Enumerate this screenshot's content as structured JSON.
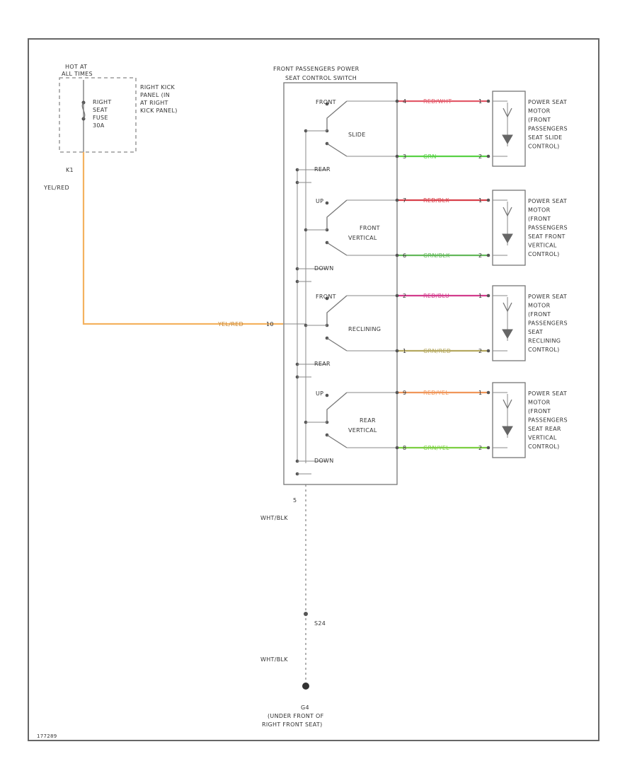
{
  "diagram": {
    "hot_label": [
      "HOT AT",
      "ALL TIMES"
    ],
    "fuse_label": [
      "RIGHT",
      "SEAT",
      "FUSE",
      "30A"
    ],
    "fuse_location": [
      "RIGHT KICK",
      "PANEL (IN",
      "AT RIGHT",
      "KICK PANEL)"
    ],
    "supply_pin": "K1",
    "supply_wire": "YEL/RED",
    "switch_title": [
      "FRONT PASSENGERS POWER",
      "SEAT CONTROL SWITCH"
    ],
    "switch_input_wire": "YEL/RED",
    "switch_input_pin": "10",
    "groups": [
      {
        "name": "SLIDE",
        "pos_top": "FRONT",
        "pos_bottom": "REAR",
        "wire_top": {
          "label": "RED/WHT",
          "color": "#e35a6a",
          "pin_l": "4",
          "pin_r": "1"
        },
        "wire_bottom": {
          "label": "GRN",
          "color": "#58d146",
          "pin_l": "3",
          "pin_r": "2"
        },
        "motor_label": [
          "POWER SEAT",
          "MOTOR",
          "(FRONT",
          "PASSENGERS",
          "SEAT SLIDE",
          "CONTROL)"
        ]
      },
      {
        "name": "FRONT VERTICAL",
        "pos_top": "UP",
        "pos_bottom": "DOWN",
        "wire_top": {
          "label": "RED/BLK",
          "color": "#d8404a",
          "pin_l": "7",
          "pin_r": "1"
        },
        "wire_bottom": {
          "label": "GRN/BLK",
          "color": "#63b85a",
          "pin_l": "6",
          "pin_r": "2"
        },
        "motor_label": [
          "POWER SEAT",
          "MOTOR",
          "(FRONT",
          "PASSENGERS",
          "SEAT FRONT",
          "VERTICAL",
          "CONTROL)"
        ]
      },
      {
        "name": "RECLINING",
        "pos_top": "FRONT",
        "pos_bottom": "REAR",
        "wire_top": {
          "label": "RED/BLU",
          "color": "#d23c8c",
          "pin_l": "2",
          "pin_r": "1"
        },
        "wire_bottom": {
          "label": "GRN/RED",
          "color": "#b5a860",
          "pin_l": "1",
          "pin_r": "2"
        },
        "motor_label": [
          "POWER SEAT",
          "MOTOR",
          "(FRONT",
          "PASSENGERS",
          "SEAT",
          "RECLINING",
          "CONTROL)"
        ]
      },
      {
        "name": "REAR VERTICAL",
        "pos_top": "UP",
        "pos_bottom": "DOWN",
        "wire_top": {
          "label": "RED/YEL",
          "color": "#f0965a",
          "pin_l": "9",
          "pin_r": "1"
        },
        "wire_bottom": {
          "label": "GRN/YEL",
          "color": "#7ccf42",
          "pin_l": "8",
          "pin_r": "2"
        },
        "motor_label": [
          "POWER SEAT",
          "MOTOR",
          "(FRONT",
          "PASSENGERS",
          "SEAT REAR",
          "VERTICAL",
          "CONTROL)"
        ]
      }
    ],
    "ground_pin": "5",
    "ground_wire_1": "WHT/BLK",
    "splice": "S24",
    "ground_wire_2": "WHT/BLK",
    "ground": [
      "G4",
      "(UNDER FRONT OF",
      "RIGHT FRONT SEAT)"
    ],
    "figure_code": "177289",
    "supply_color": "#f4b25f"
  }
}
